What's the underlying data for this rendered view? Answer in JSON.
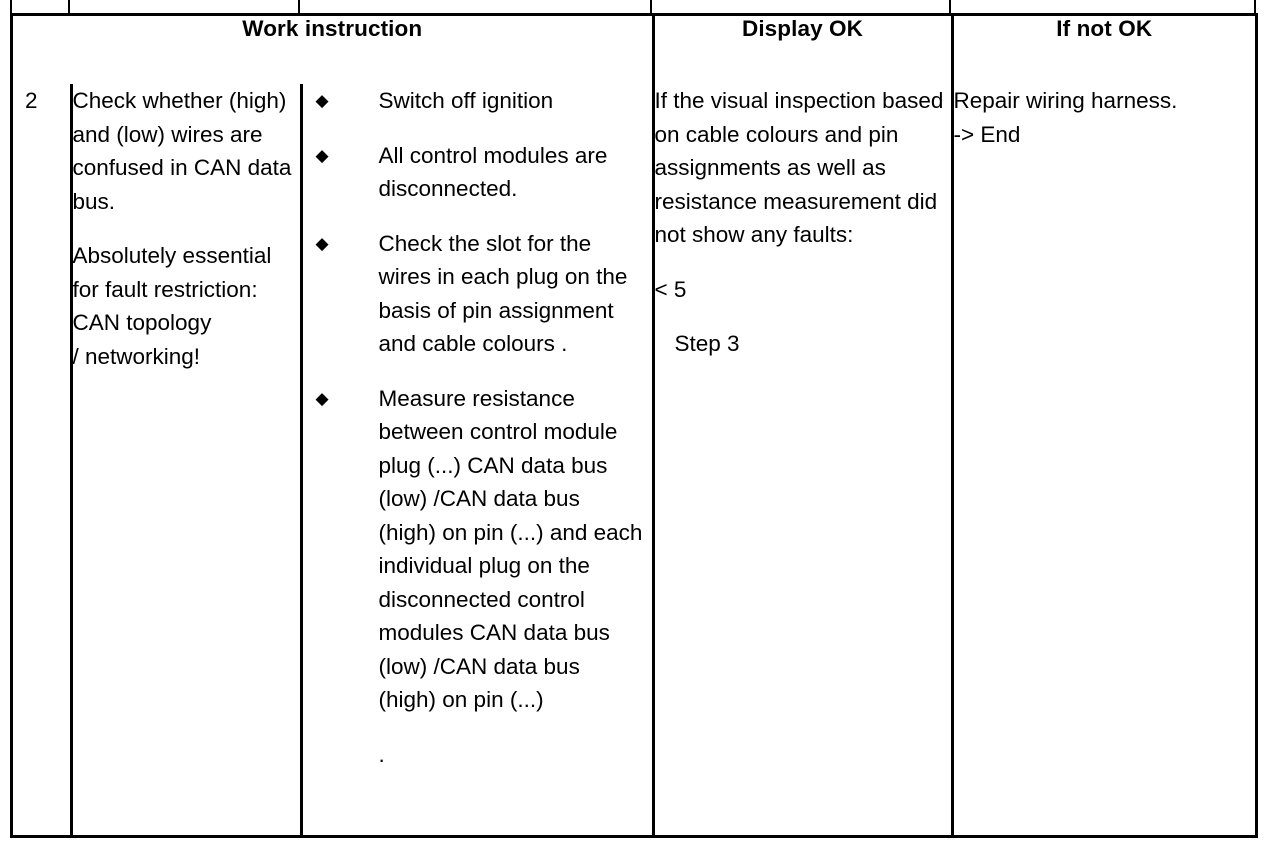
{
  "document": {
    "type": "work-instruction-table",
    "headers": {
      "col_step": "",
      "col_work_instruction": "Work instruction",
      "col_display_ok": "Display OK",
      "col_if_not_ok": "If not OK"
    },
    "rows": [
      {
        "step_number": "2",
        "description_paragraphs": [
          "Check whether (high) and (low) wires are confused in CAN data bus.",
          "Absolutely essential for fault restriction: CAN topology\n/ networking!"
        ],
        "detail_bullets": [
          "Switch off ignition",
          "All control modules are disconnected.",
          "Check the slot for the wires in each plug on the basis of pin assignment and cable colours .",
          "Measure resistance between control module plug (...) CAN data bus (low) /CAN data bus (high) on pin (...) and each individual plug on the disconnected control modules CAN data bus (low) /CAN data bus (high) on pin (...)"
        ],
        "detail_trailing_text": ".",
        "display_ok": {
          "intro": "If the visual inspection based on cable colours and pin assignments as well as resistance measurement did not show any faults:",
          "condition": "< 5",
          "next_step": "Step 3"
        },
        "if_not_ok": {
          "action": "Repair wiring harness.",
          "outcome": "-> End"
        }
      }
    ],
    "bullet_glyph": "◆",
    "colors": {
      "text": "#000000",
      "background": "#ffffff",
      "rule": "#000000"
    }
  }
}
